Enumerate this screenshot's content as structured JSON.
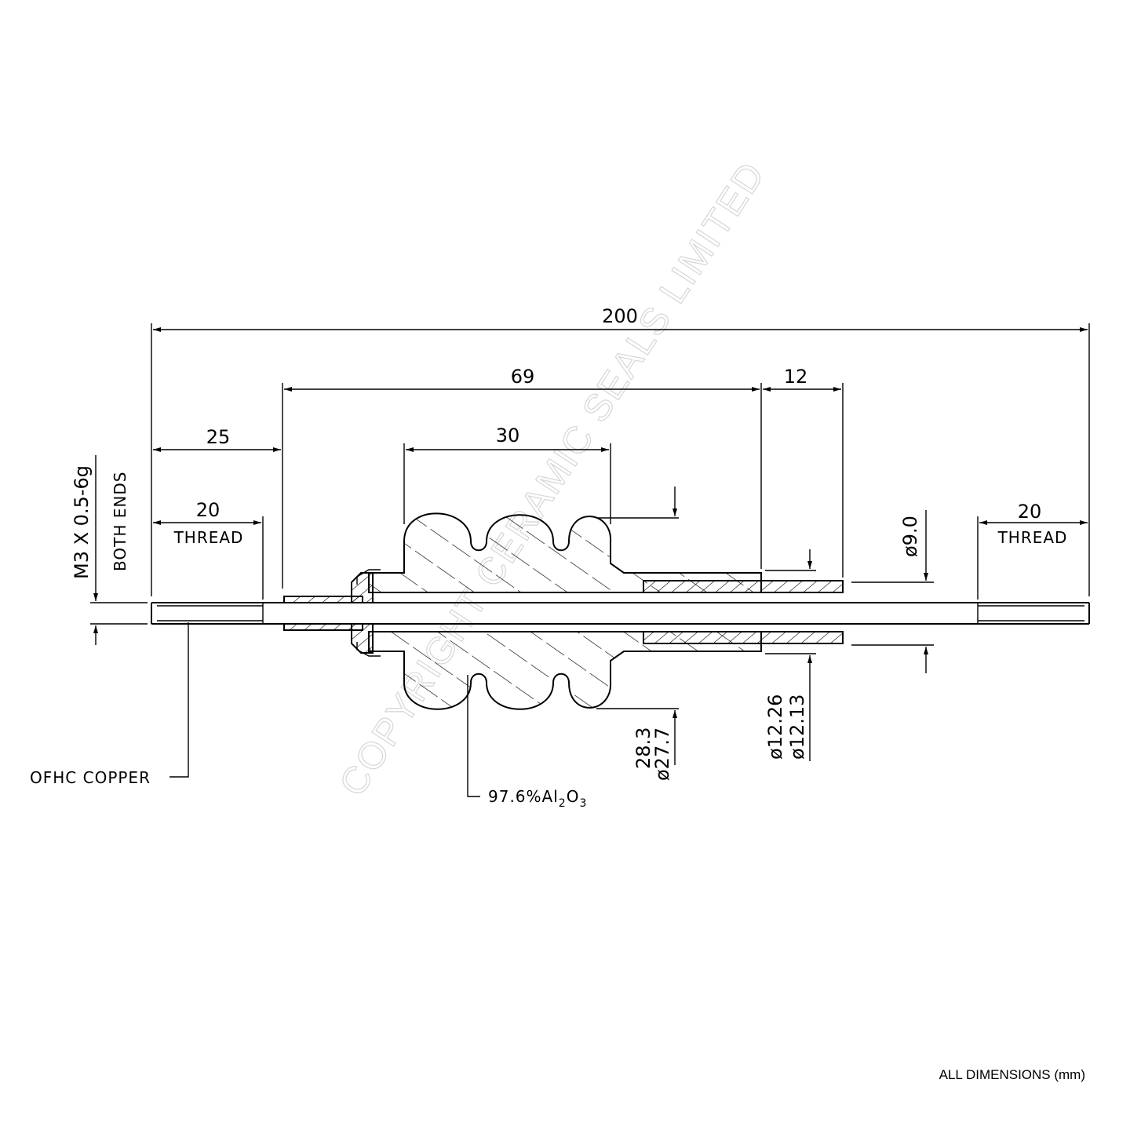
{
  "dimensions": {
    "overall": "200",
    "insulator_span": "69",
    "corrugation_span": "30",
    "flange_length": "12",
    "offset_25": "25",
    "thread_left": "20",
    "thread_right": "20",
    "thread_label_left": "THREAD",
    "thread_label_right": "THREAD",
    "dia_9": "ø9.0",
    "dia_outer_1": "28.3",
    "dia_outer_2": "ø27.7",
    "dia_tube_1": "ø12.26",
    "dia_tube_2": "ø12.13"
  },
  "notes": {
    "thread_spec": "M3 X 0.5-6g",
    "both_ends": "BOTH ENDS",
    "conductor_material": "OFHC COPPER",
    "insulator_material": "97.6%Al",
    "insulator_sub1": "2",
    "insulator_o": "O",
    "insulator_sub2": "3",
    "units": "ALL DIMENSIONS (mm)"
  },
  "watermark": "COPYRIGHT CERAMIC SEALS LIMITED"
}
